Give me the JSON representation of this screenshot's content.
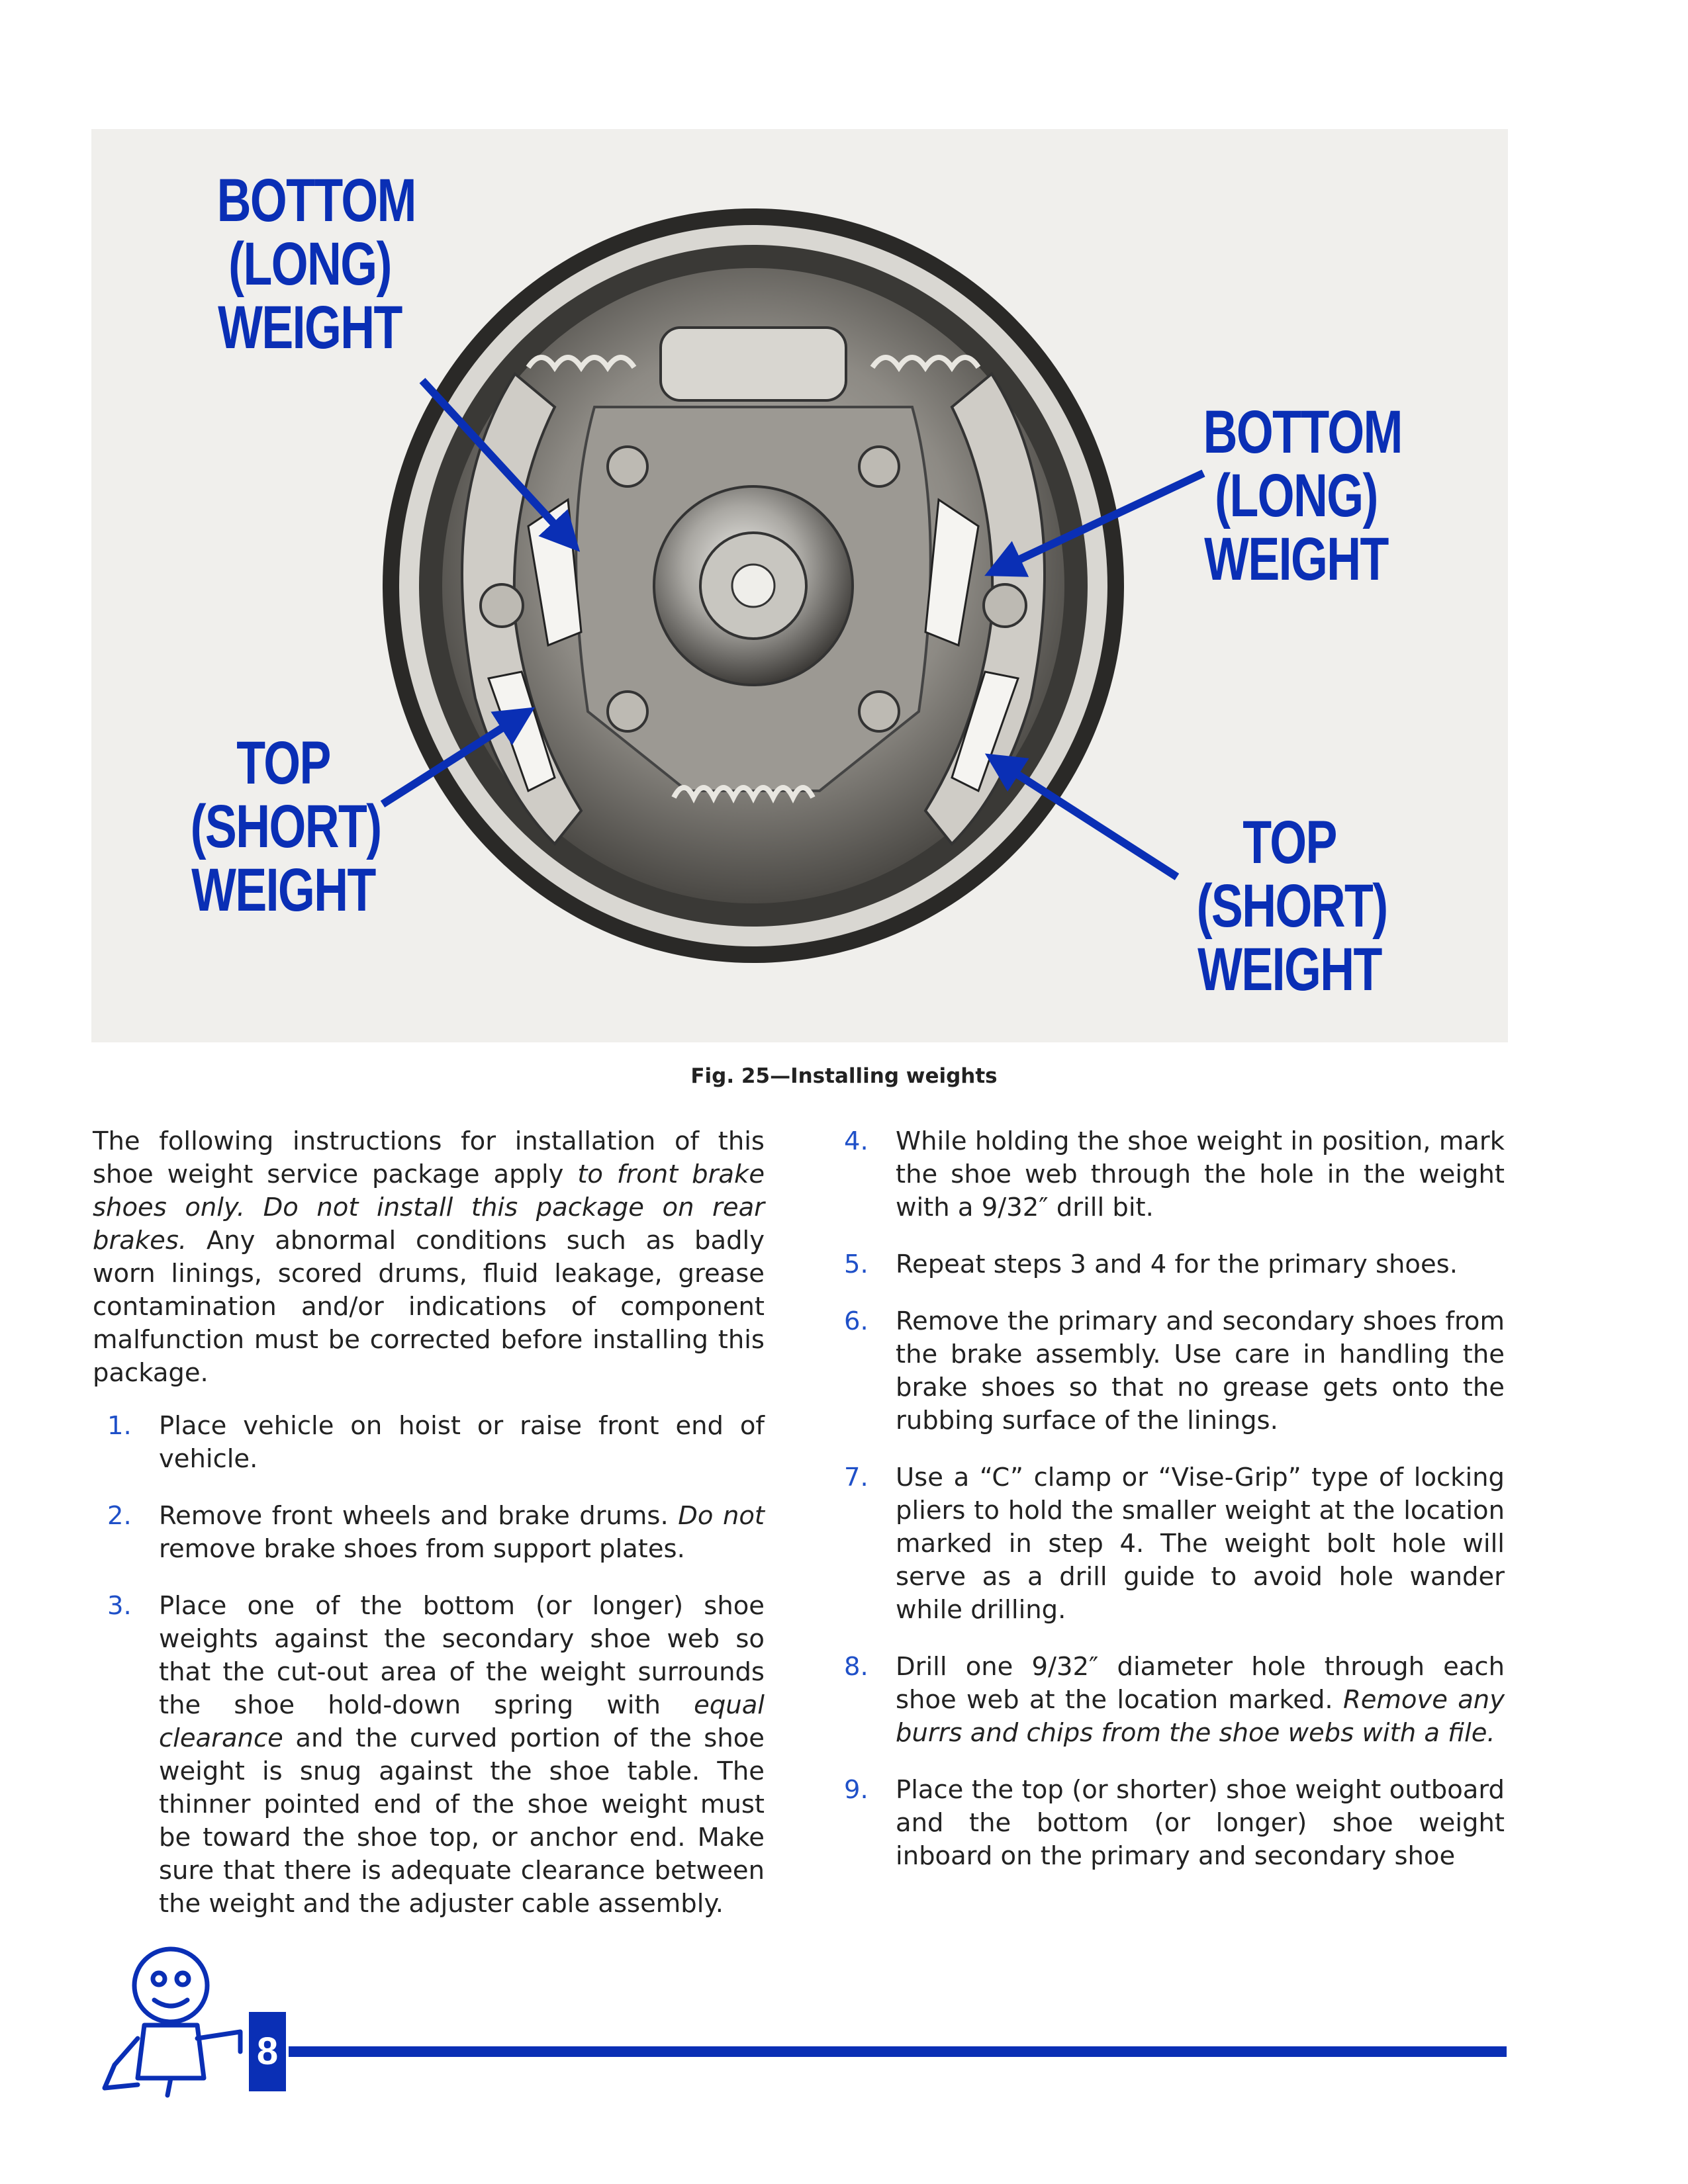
{
  "figure": {
    "labels": {
      "top_left": [
        "BOTTOM",
        "(LONG)",
        "WEIGHT"
      ],
      "right_upper": [
        "BOTTOM",
        "(LONG)",
        "WEIGHT"
      ],
      "bottom_left": [
        "TOP",
        "(SHORT)",
        "WEIGHT"
      ],
      "right_lower": [
        "TOP",
        "(SHORT)",
        "WEIGHT"
      ]
    },
    "accent_color": "#0a2fb5",
    "caption": "Fig. 25—Installing weights"
  },
  "left_column": {
    "intro": {
      "part1": "The following instructions for installation of this shoe weight service package apply ",
      "emph": "to front brake shoes only. Do not install this package on rear brakes.",
      "part2": " Any abnormal conditions such as badly worn linings, scored drums, fluid leakage, grease contamination and/or indications of component malfunction must be corrected before installing this package."
    },
    "steps": [
      {
        "num": "1.",
        "text": "Place vehicle on hoist or raise front end of vehicle."
      },
      {
        "num": "2.",
        "text_before": "Remove front wheels and brake drums. ",
        "emph": "Do not",
        "text_after": " remove brake shoes from support plates."
      },
      {
        "num": "3.",
        "text_before": "Place one of the bottom (or longer) shoe weights against the secondary shoe web so that the cut-out area of the weight surrounds the shoe hold-down spring with ",
        "emph": "equal clearance",
        "text_after": " and the curved portion of the shoe weight is snug against the shoe table. The thinner pointed end of the shoe weight must be toward the shoe top, or anchor end. Make sure that there is adequate clearance between the weight and the adjuster cable assembly."
      }
    ]
  },
  "right_column": {
    "steps": [
      {
        "num": "4.",
        "text": "While holding the shoe weight in position, mark the shoe web through the hole in the weight with a 9/32″ drill bit."
      },
      {
        "num": "5.",
        "text": "Repeat steps 3 and 4 for the primary shoes."
      },
      {
        "num": "6.",
        "text": "Remove the primary and secondary shoes from the brake assembly. Use care in handling the brake shoes so that no grease gets onto the rubbing surface of the linings."
      },
      {
        "num": "7.",
        "text": "Use a “C” clamp or “Vise-Grip” type of locking pliers to hold the smaller weight at the location marked in step 4. The weight bolt hole will serve as a drill guide to avoid hole wander while drilling."
      },
      {
        "num": "8.",
        "text_before": "Drill one 9/32″ diameter hole through each shoe web at the location marked. ",
        "emph": "Remove any burrs and chips from the shoe webs with a file.",
        "text_after": ""
      },
      {
        "num": "9.",
        "text": "Place the top (or shorter) shoe weight outboard and the bottom (or longer) shoe weight inboard on the primary and secondary shoe"
      }
    ]
  },
  "footer": {
    "page_number": "8"
  }
}
